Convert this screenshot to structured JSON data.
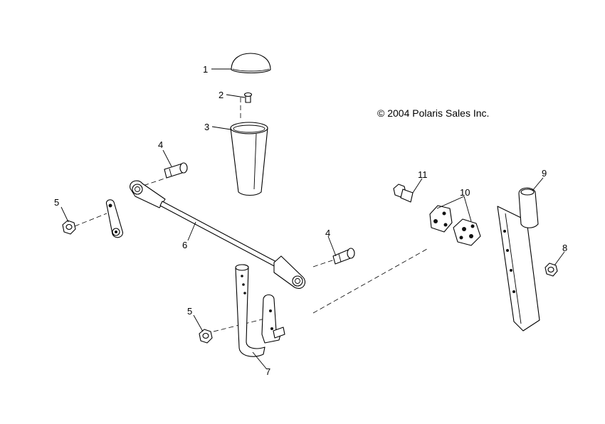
{
  "copyright": "© 2004 Polaris Sales Inc.",
  "callouts": {
    "knob_cap": "1",
    "set_screw": "2",
    "shift_knob": "3",
    "bolt_upper": "4",
    "nut_left": "5",
    "shift_rod": "6",
    "shift_lever": "7",
    "nut_right": "8",
    "shift_boot": "9",
    "bushing": "10",
    "bolt_right": "11",
    "bolt_lower": "4",
    "nut_lower": "5"
  }
}
